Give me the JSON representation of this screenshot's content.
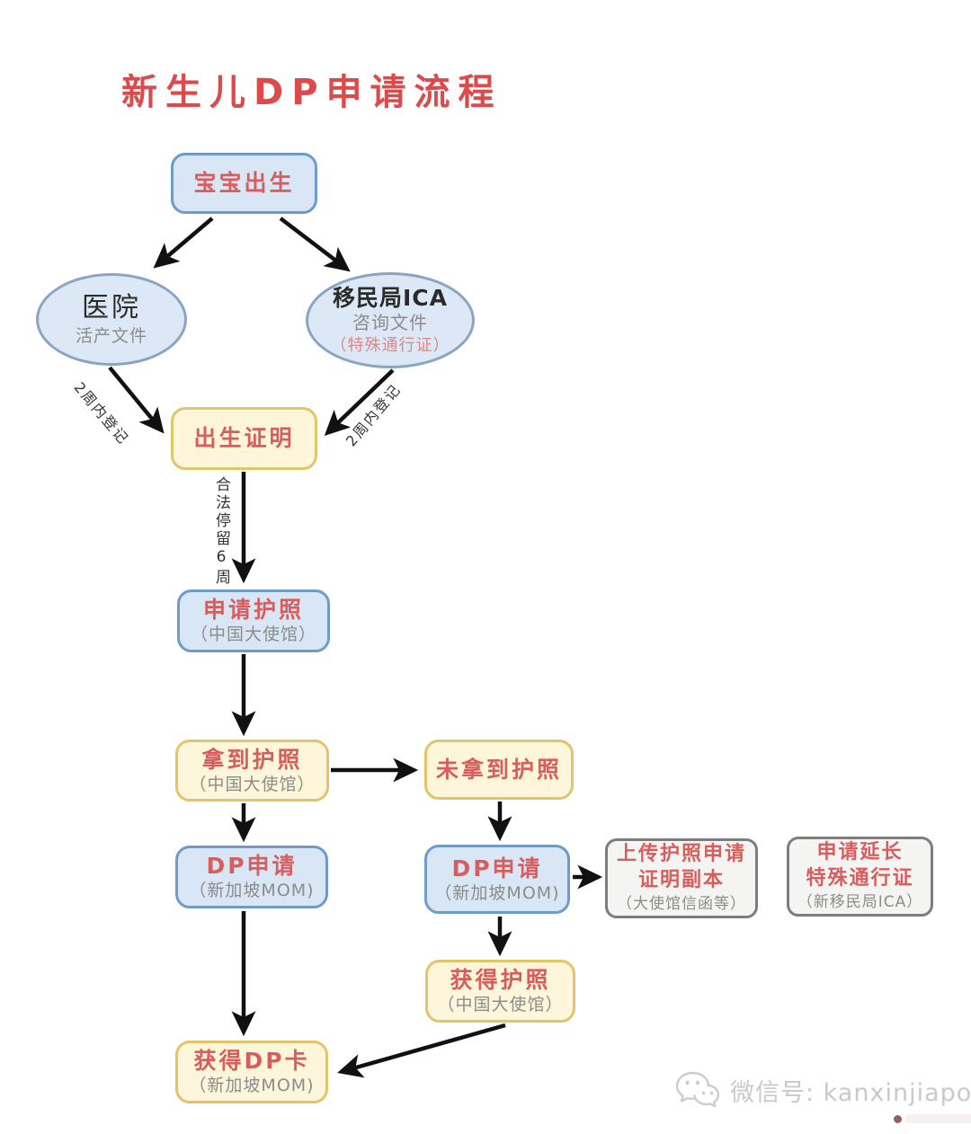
{
  "title": "新生儿DP申请流程",
  "nodes": {
    "baby_born": {
      "label": "宝宝出生"
    },
    "hospital": {
      "label": "医院",
      "sub": "活产文件"
    },
    "immigration_ica": {
      "label": "移民局ICA",
      "sub": "咨询文件",
      "note": "（特殊通行证）"
    },
    "birth_certificate": {
      "label": "出生证明"
    },
    "apply_passport": {
      "label": "申请护照",
      "sub": "（中国大使馆）"
    },
    "passport_received": {
      "label": "拿到护照",
      "sub": "（中国大使馆）"
    },
    "passport_not_received": {
      "label": "未拿到护照"
    },
    "dp_application_left": {
      "label": "DP申请",
      "sub": "（新加坡MOM)"
    },
    "dp_application_right": {
      "label": "DP申请",
      "sub": "（新加坡MOM)"
    },
    "upload_proof": {
      "line1": "上传护照申请",
      "line2": "证明副本",
      "sub": "（大使馆信函等）"
    },
    "extend_special_pass": {
      "line1": "申请延长",
      "line2": "特殊通行证",
      "sub": "（新移民局ICA）"
    },
    "obtain_passport": {
      "label": "获得护照",
      "sub": "（中国大使馆）"
    },
    "obtain_dp_card": {
      "label": "获得DP卡",
      "sub": "（新加坡MOM)"
    }
  },
  "edge_labels": {
    "register_within_2_weeks_left": "2周内登记",
    "register_within_2_weeks_right": "2周内登记",
    "legal_stay_6_weeks": "合法停留6周"
  },
  "watermark": {
    "wechat_id": "微信号: kanxinjiapo"
  },
  "colors": {
    "accent_red": "#d85e5e",
    "title_red": "#dc4b4b",
    "blue_fill": "#d9e6f6",
    "blue_border": "#6e9bc9",
    "yellow_fill": "#fdf6da",
    "yellow_border": "#e2c46a",
    "gray_fill": "#f4f4f3",
    "gray_border": "#7d7d7d",
    "subtext_gray": "#8c8c8c",
    "arrow_black": "#111111",
    "watermark_gray": "#c9c9c9"
  }
}
